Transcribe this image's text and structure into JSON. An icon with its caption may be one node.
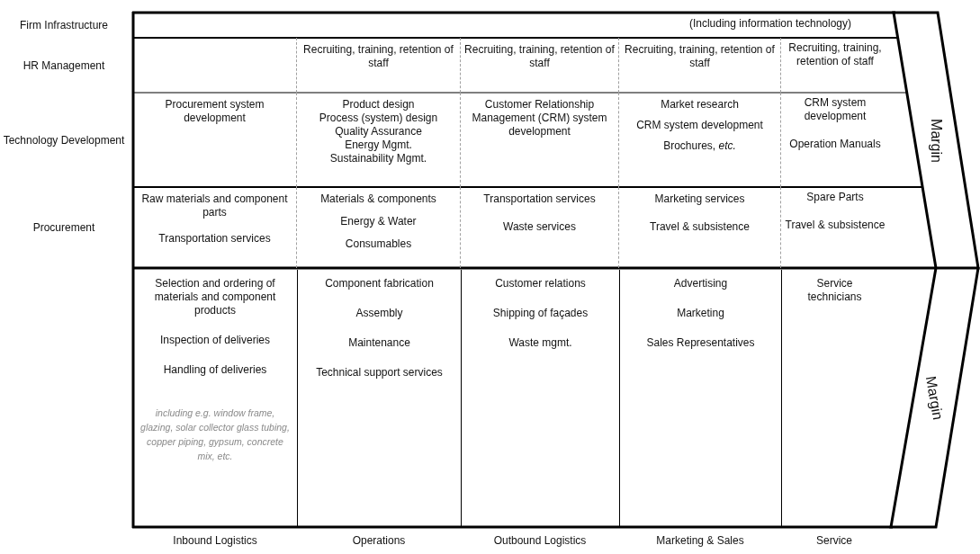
{
  "diagram": {
    "nodes": [
      {
        "text": [
          "Firm Infrastructure",
          "(Including information technology)"
        ]
      },
      {
        "text": [
          "HR Management"
        ]
      },
      {
        "text": [],
        "shape": "box",
        "in": 1
      },
      {
        "text": [
          "Recruiting, training, retention of staff"
        ],
        "in": 1
      },
      {
        "text": [
          "Recruiting, training, retention of staff"
        ],
        "in": 1
      },
      {
        "text": [
          "Recruiting, training, retention of staff"
        ],
        "in": 1
      },
      {
        "text": [
          "Recruiting, training, retention of staff"
        ],
        "in": 1
      },
      {
        "text": [
          "Technology Development"
        ]
      },
      {
        "text": [
          "Procurement system development"
        ],
        "in": 7
      },
      {
        "text": [
          "Product design",
          "Process (system) design",
          "Quality Assurance",
          "Energy Mgmt.",
          "Sustainability Mgmt."
        ],
        "in": 7
      },
      {
        "text": [
          "Customer Relationship Management (CRM) system development"
        ],
        "in": 7
      },
      {
        "text": [
          "Market research",
          "CRM system development",
          "Brochures, *etc.*"
        ],
        "in": 7
      },
      {
        "text": [
          "CRM system development",
          "Operation Manuals"
        ],
        "in": 7
      },
      {
        "text": [
          "Procurement"
        ]
      },
      {
        "text": [
          "Raw materials and component parts",
          "Transportation services"
        ],
        "in": 13
      },
      {
        "text": [
          "Materials & components",
          "Energy & Water",
          "Consumables"
        ],
        "in": 13
      },
      {
        "text": [
          "Transportation services",
          "Waste services"
        ],
        "in": 13
      },
      {
        "text": [
          "Marketing services",
          "Travel & subsistence"
        ],
        "in": 13
      },
      {
        "text": [
          "Spare Parts",
          "Travel & subsistence"
        ],
        "in": 13
      },
      {
        "text": [
          "Selection and ordering of materials and component products",
          "Inspection of deliveries",
          "Handling of deliveries",
          "including e.g. window frame, glazing, solar collector glass tubing, copper piping, gypsum, concrete mix, etc.",
          "Inbound Logistics"
        ]
      },
      {
        "text": [
          "Component fabrication",
          "Assembly",
          "Maintenance",
          "Technical support services",
          "Operations"
        ]
      },
      {
        "text": [
          "Customer relations",
          "Shipping of façades",
          "Waste mgmt.",
          "Outbound Logistics"
        ]
      },
      {
        "text": [
          "Advertising",
          "Marketing",
          "Sales Representatives",
          "Marketing & Sales"
        ]
      },
      {
        "text": [
          "Service technicians",
          "Service"
        ]
      },
      {
        "text": [
          "Margin"
        ]
      },
      {
        "text": [
          "Margin"
        ]
      }
    ]
  }
}
